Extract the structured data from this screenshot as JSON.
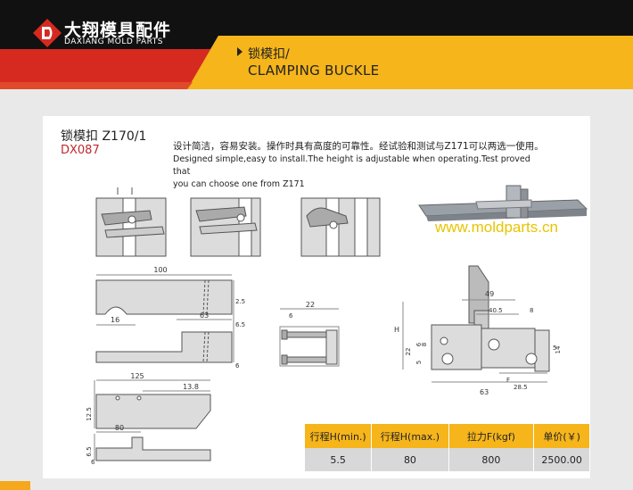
{
  "brand": {
    "name_cn": "大翔模具配件",
    "name_en": "DAXIANG MOLD PARTS",
    "colors": {
      "red": "#d62a20",
      "yellow": "#f5b51b",
      "dark": "#111111"
    }
  },
  "section": {
    "title_cn": "锁模扣/",
    "title_en": "CLAMPING BUCKLE"
  },
  "product": {
    "name": "锁模扣 Z170/1",
    "code": "DX087",
    "desc_cn": "设计简洁，容易安装。操作时具有高度的可靠性。经试验和测试与Z171可以两选一使用。",
    "desc_en_line1": "Designed simple,easy to install.The height is adjustable when operating.Test proved that",
    "desc_en_line2": "you can choose one from Z171",
    "website": "www.moldparts.cn"
  },
  "dims": {
    "top_100": "100",
    "top_16": "16",
    "top_63": "63",
    "top_25": "2.5",
    "top_65": "6.5",
    "top_6": "6",
    "mid_125": "125",
    "mid_138": "13.8",
    "mid_125v": "12.5",
    "bot_80": "80",
    "bot_65": "6.5",
    "bot_6": "6",
    "bolt_22": "22",
    "bolt_6": "6",
    "right_49": "49",
    "right_405": "40.5",
    "right_8": "8",
    "right_H": "H",
    "right_22": "22",
    "right_6": "6",
    "right_8b": "8",
    "right_5": "5",
    "right_F": "F",
    "right_285": "28.5",
    "right_63": "63",
    "right_5b": "5",
    "right_14": "14"
  },
  "spec_table": {
    "headers": [
      "行程H(min.)",
      "行程H(max.)",
      "拉力F(kgf)",
      "单价(￥)"
    ],
    "rows": [
      [
        "5.5",
        "80",
        "800",
        "2500.00"
      ]
    ]
  }
}
